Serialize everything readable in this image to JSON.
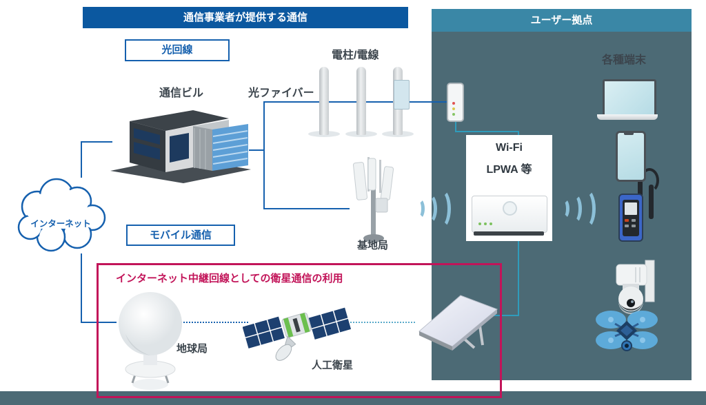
{
  "carrier_section": {
    "title": "通信事業者が提供する通信",
    "header_color": "#0b58a0"
  },
  "user_section": {
    "title": "ユーザー拠点",
    "header_color": "#3a87a6",
    "body_color": "#4c6a75",
    "devices_label": "各種端末"
  },
  "boxes": {
    "optical_line": "光回線",
    "mobile": "モバイル通信"
  },
  "satellite_section": {
    "title": "インターネット中継回線としての衛星通信の利用",
    "border_color": "#c21459"
  },
  "nodes": {
    "internet": "インターネット",
    "building": "通信ビル",
    "fiber": "光ファイバー",
    "poles": "電柱/電線",
    "base_station": "基地局",
    "earth_station": "地球局",
    "satellite": "人工衛星",
    "router_line1": "Wi-Fi",
    "router_line2": "LPWA 等"
  },
  "colors": {
    "line_blue": "#1560ae",
    "line_teal": "#2f9cbc",
    "wave": "#8cc0d8",
    "accent_red": "#c21459",
    "background_dark": "#4c6a75"
  }
}
